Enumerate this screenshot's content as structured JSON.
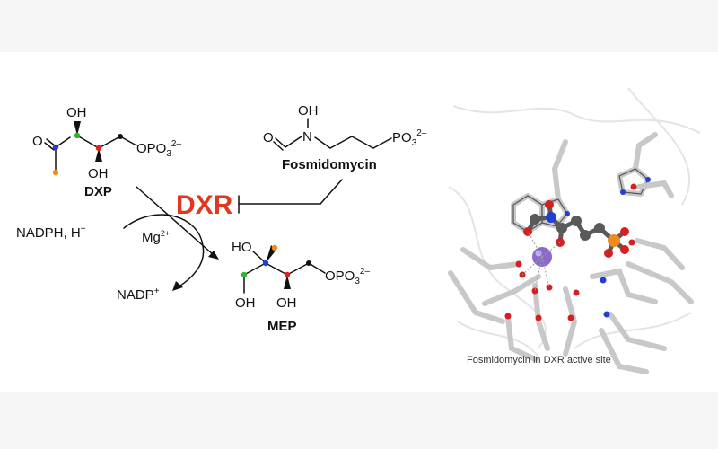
{
  "labels": {
    "dxp_oh_top": "OH",
    "dxp_o": "O",
    "dxp_oh_bottom": "OH",
    "dxp_phosphate": "OPO",
    "dxp_name": "DXP",
    "fos_oh": "OH",
    "fos_o": "O",
    "fos_n": "N",
    "fos_phosphate": "PO",
    "fos_name": "Fosmidomycin",
    "enzyme": "DXR",
    "cofactor_in": "NADPH, H",
    "cofactor_out": "NADP",
    "metal": "Mg",
    "mep_ho": "HO",
    "mep_oh_left": "OH",
    "mep_oh_right": "OH",
    "mep_phosphate": "OPO",
    "mep_name": "MEP",
    "caption": "Fosmidomycin in DXR active site"
  },
  "colors": {
    "enzyme": "#e2371f",
    "nitrogen": "#1f3fd6",
    "c_green": "#2db52d",
    "c_red": "#e0201b",
    "c_orange": "#f08a1c",
    "phosphorus": "#f08a1c",
    "oxygen": "#d42020",
    "magnesium": "#8a6bc8",
    "carbon": "#5a5a5a",
    "stick": "#c8c8c8"
  },
  "icons": {
    "inhibition": "t-bar-inhibition-icon",
    "reaction": "curved-arrow-icon"
  }
}
